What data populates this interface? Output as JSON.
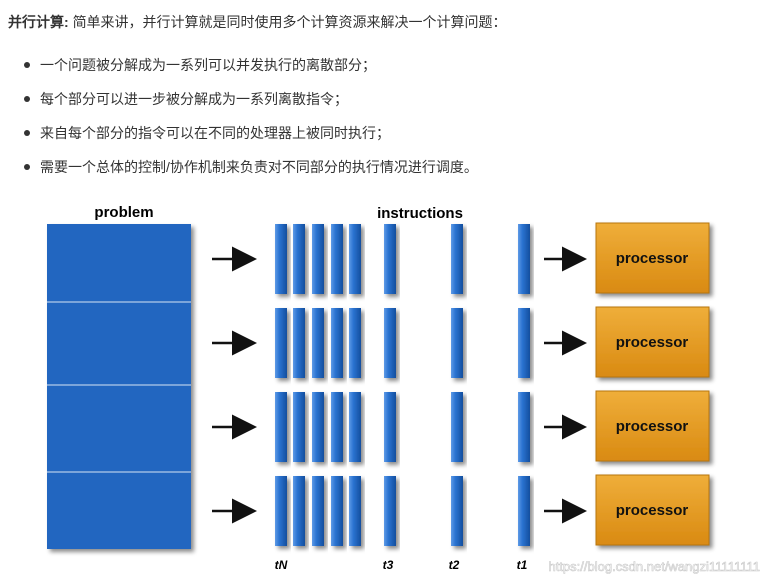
{
  "intro": {
    "lead": "并行计算:",
    "text": "简单来讲，并行计算就是同时使用多个计算资源来解决一个计算问题："
  },
  "bullets": [
    "一个问题被分解成为一系列可以并发执行的离散部分；",
    "每个部分可以进一步被分解成为一系列离散指令；",
    "来自每个部分的指令可以在不同的处理器上被同时执行；",
    "需要一个总体的控制/协作机制来负责对不同部分的执行情况进行调度。"
  ],
  "diagram": {
    "problem_label": "problem",
    "instructions_label": "instructions",
    "processor_label": "processor",
    "time_labels": [
      "tN",
      "t3",
      "t2",
      "t1"
    ],
    "rows": 4,
    "colors": {
      "problem_fill": "#2166c0",
      "instruction_fill": "#2166c0",
      "processor_fill": "#e3991f",
      "arrow": "#111111"
    }
  },
  "watermark": "https://blog.csdn.net/wangzi11111111"
}
